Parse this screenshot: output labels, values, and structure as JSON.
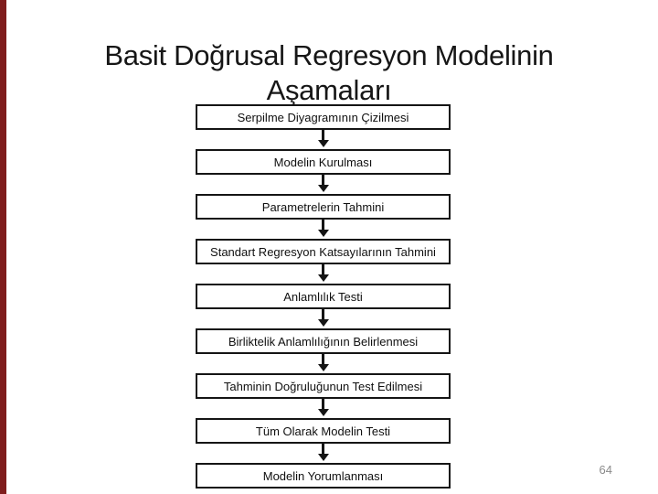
{
  "slide": {
    "title": "Basit Doğrusal Regresyon Modelinin Aşamaları",
    "title_lines": [
      "Basit Doğrusal Regresyon Modelinin",
      "Aşamaları"
    ],
    "page_number": "64"
  },
  "flowchart": {
    "connector_icon": "down-arrow",
    "steps": [
      {
        "label": "Serpilme Diyagramının Çizilmesi"
      },
      {
        "label": "Modelin Kurulması"
      },
      {
        "label": "Parametrelerin Tahmini"
      },
      {
        "label": "Standart Regresyon Katsayılarının Tahmini"
      },
      {
        "label": "Anlamlılık Testi"
      },
      {
        "label": "Birliktelik Anlamlılığının Belirlenmesi"
      },
      {
        "label": "Tahminin Doğruluğunun Test Edilmesi"
      },
      {
        "label": "Tüm Olarak Modelin Testi"
      },
      {
        "label": "Modelin Yorumlanması"
      }
    ]
  },
  "colors": {
    "accent_bar": "#7f1d1d",
    "box_border": "#151515",
    "title_text": "#161616",
    "page_number": "#8a8a8a",
    "background": "#ffffff"
  }
}
